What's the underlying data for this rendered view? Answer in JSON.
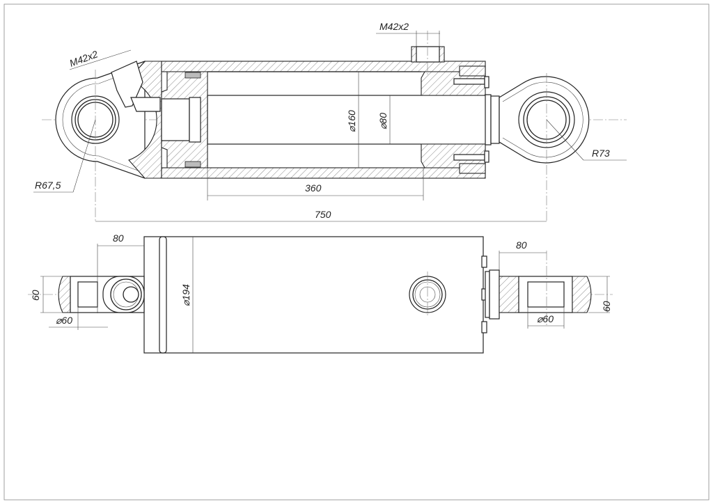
{
  "drawing": {
    "title": "Hydraulic cylinder assembly drawing",
    "dimensions": {
      "thread_top": "M42x2",
      "thread_left": "M42x2",
      "radius_left": "R67,5",
      "radius_right": "R73",
      "bore": "⌀160",
      "rod": "⌀80",
      "stroke": "360",
      "overall": "750",
      "tube_od": "⌀194",
      "left_offset": "80",
      "right_offset": "80",
      "left_width": "60",
      "right_width": "60",
      "left_pin": "⌀60",
      "right_pin": "⌀60"
    }
  }
}
